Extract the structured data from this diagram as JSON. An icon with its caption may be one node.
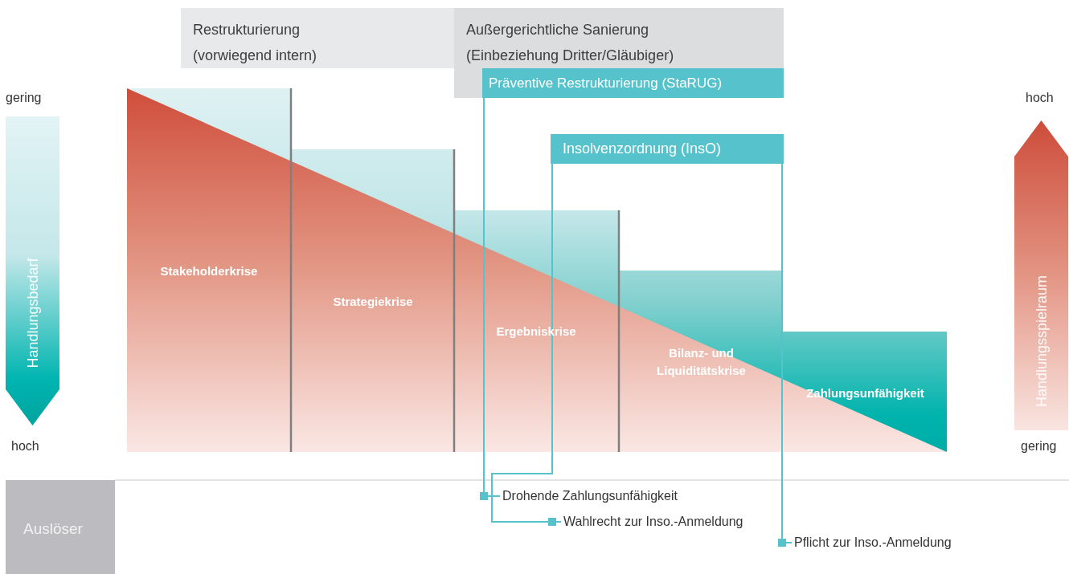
{
  "diagram": {
    "nodes": [
      {
        "text": [
          "Restrukturierung (vorwiegend intern)"
        ]
      },
      {
        "text": [
          "Außergerichtliche Sanierung (Einbeziehung Dritter/Gläubiger)"
        ]
      },
      {
        "text": [
          "Präventive Restrukturierung (StaRUG)"
        ],
        "in": 1
      },
      {
        "text": [
          "Insolvenzordnung (InsO)"
        ]
      },
      {
        "text": [
          "Handlungsbedarf"
        ],
        "beside": [
          "gering",
          "hoch"
        ]
      },
      {
        "text": [
          "Stakeholderkrise"
        ]
      },
      {
        "text": [
          "Strategiekrise"
        ]
      },
      {
        "text": [
          "Ergebniskrise"
        ]
      },
      {
        "text": [
          "Bilanz- und Liquiditätskrise"
        ]
      },
      {
        "text": [
          "Zahlungsunfähigkeit"
        ]
      },
      {
        "text": [
          "Handlungsspielraum"
        ],
        "beside": [
          "hoch",
          "gering"
        ]
      },
      {
        "text": [
          "Drohende Zahlungsunfähigkeit"
        ]
      },
      {
        "text": [
          "Wahlrecht zur Inso.-Anmeldung"
        ]
      },
      {
        "text": [
          "Pflicht zur Inso.-Anmeldung"
        ]
      },
      {
        "text": [
          "Auslöser"
        ]
      }
    ],
    "edges": [
      {
        "from": 2,
        "to": 11,
        "arrow": "other"
      },
      {
        "from": 3,
        "to": 12,
        "arrow": "other"
      },
      {
        "from": 3,
        "to": 13,
        "arrow": "other"
      }
    ]
  }
}
